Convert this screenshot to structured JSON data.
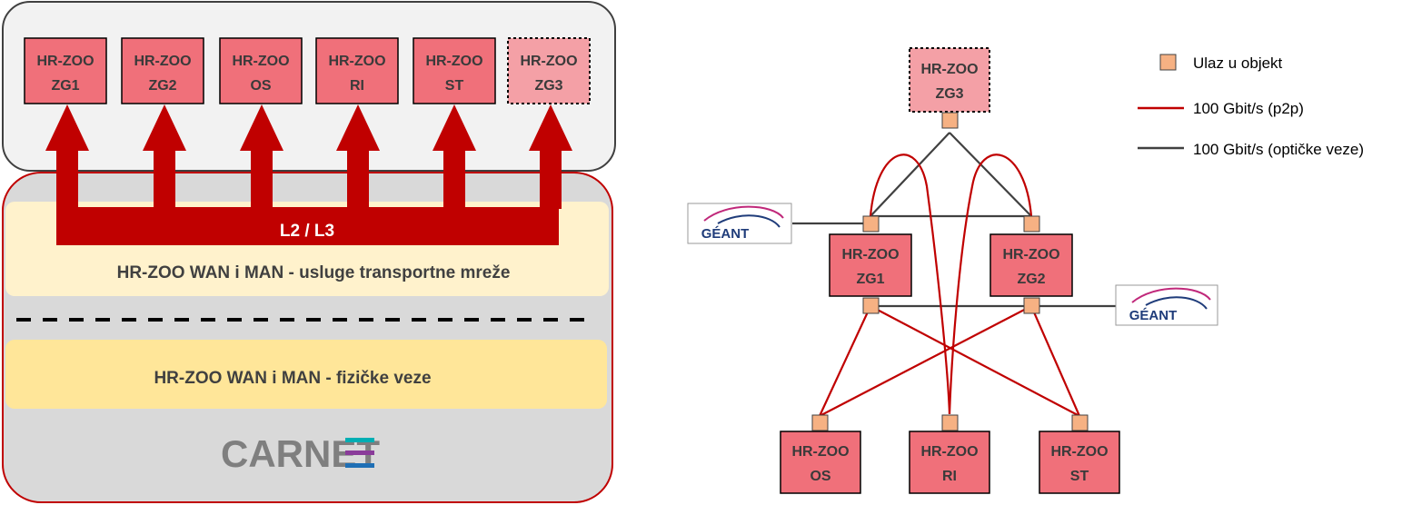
{
  "left": {
    "top_nodes": [
      {
        "line1": "HR-ZOO",
        "line2": "ZG1",
        "planned": false
      },
      {
        "line1": "HR-ZOO",
        "line2": "ZG2",
        "planned": false
      },
      {
        "line1": "HR-ZOO",
        "line2": "OS",
        "planned": false
      },
      {
        "line1": "HR-ZOO",
        "line2": "RI",
        "planned": false
      },
      {
        "line1": "HR-ZOO",
        "line2": "ST",
        "planned": false
      },
      {
        "line1": "HR-ZOO",
        "line2": "ZG3",
        "planned": true
      }
    ],
    "bus_label": "L2 / L3",
    "service_layer": "HR-ZOO WAN i MAN - usluge transportne mreže",
    "physical_layer": "HR-ZOO WAN i MAN - fizičke veze",
    "logo_text": "CARNET"
  },
  "right": {
    "zg3": {
      "line1": "HR-ZOO",
      "line2": "ZG3"
    },
    "zg1": {
      "line1": "HR-ZOO",
      "line2": "ZG1"
    },
    "zg2": {
      "line1": "HR-ZOO",
      "line2": "ZG2"
    },
    "os": {
      "line1": "HR-ZOO",
      "line2": "OS"
    },
    "ri": {
      "line1": "HR-ZOO",
      "line2": "RI"
    },
    "st": {
      "line1": "HR-ZOO",
      "line2": "ST"
    },
    "geant_logo": "GÉANT"
  },
  "legend": {
    "entry": "Ulaz u objekt",
    "p2p": "100 Gbit/s (p2p)",
    "optical": "100 Gbit/s (optičke veze)"
  },
  "colors": {
    "node_fill": "#f0707a",
    "node_planned_fill": "#f4a0a6",
    "arrow_red": "#c00000",
    "entry_square": "#f6b183",
    "optical_line": "#404040",
    "service_band": "#fff2cc",
    "physical_band": "#ffe699",
    "carnet_gray": "#7f7f7f"
  }
}
